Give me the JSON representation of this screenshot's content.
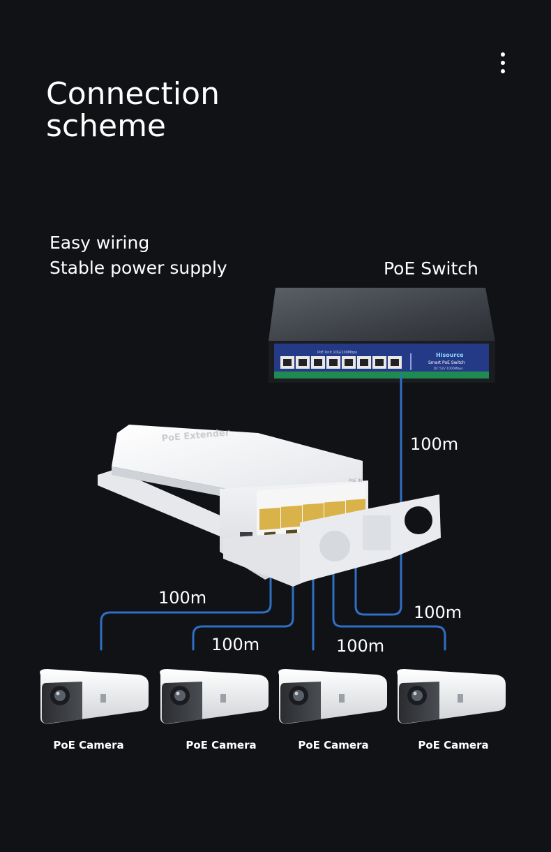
{
  "title_lines": [
    "Connection",
    "scheme"
  ],
  "tagline_lines": [
    "Easy wiring",
    "Stable power supply"
  ],
  "switch": {
    "label": "PoE Switch",
    "brand": "Hisource",
    "model": "Smart PoE Switch",
    "spec": "DC 52V 1000Mbps",
    "port_caption": "PoE Unit  10G/100Mbps"
  },
  "extender": {
    "label": "PoE Extender",
    "ports_caption": "PoE IN"
  },
  "cables": {
    "uplink": "100m",
    "lower_right": "100m",
    "cam1": "100m",
    "cam2": "100m",
    "cam3": "100m"
  },
  "cameras": [
    {
      "label": "PoE Camera"
    },
    {
      "label": "PoE Camera"
    },
    {
      "label": "PoE Camera"
    },
    {
      "label": "PoE Camera"
    }
  ],
  "colors": {
    "background": "#111216",
    "cable": "#2f6fc4",
    "port_yellow": "#d9b24a",
    "switch_panel": "#243a86"
  }
}
